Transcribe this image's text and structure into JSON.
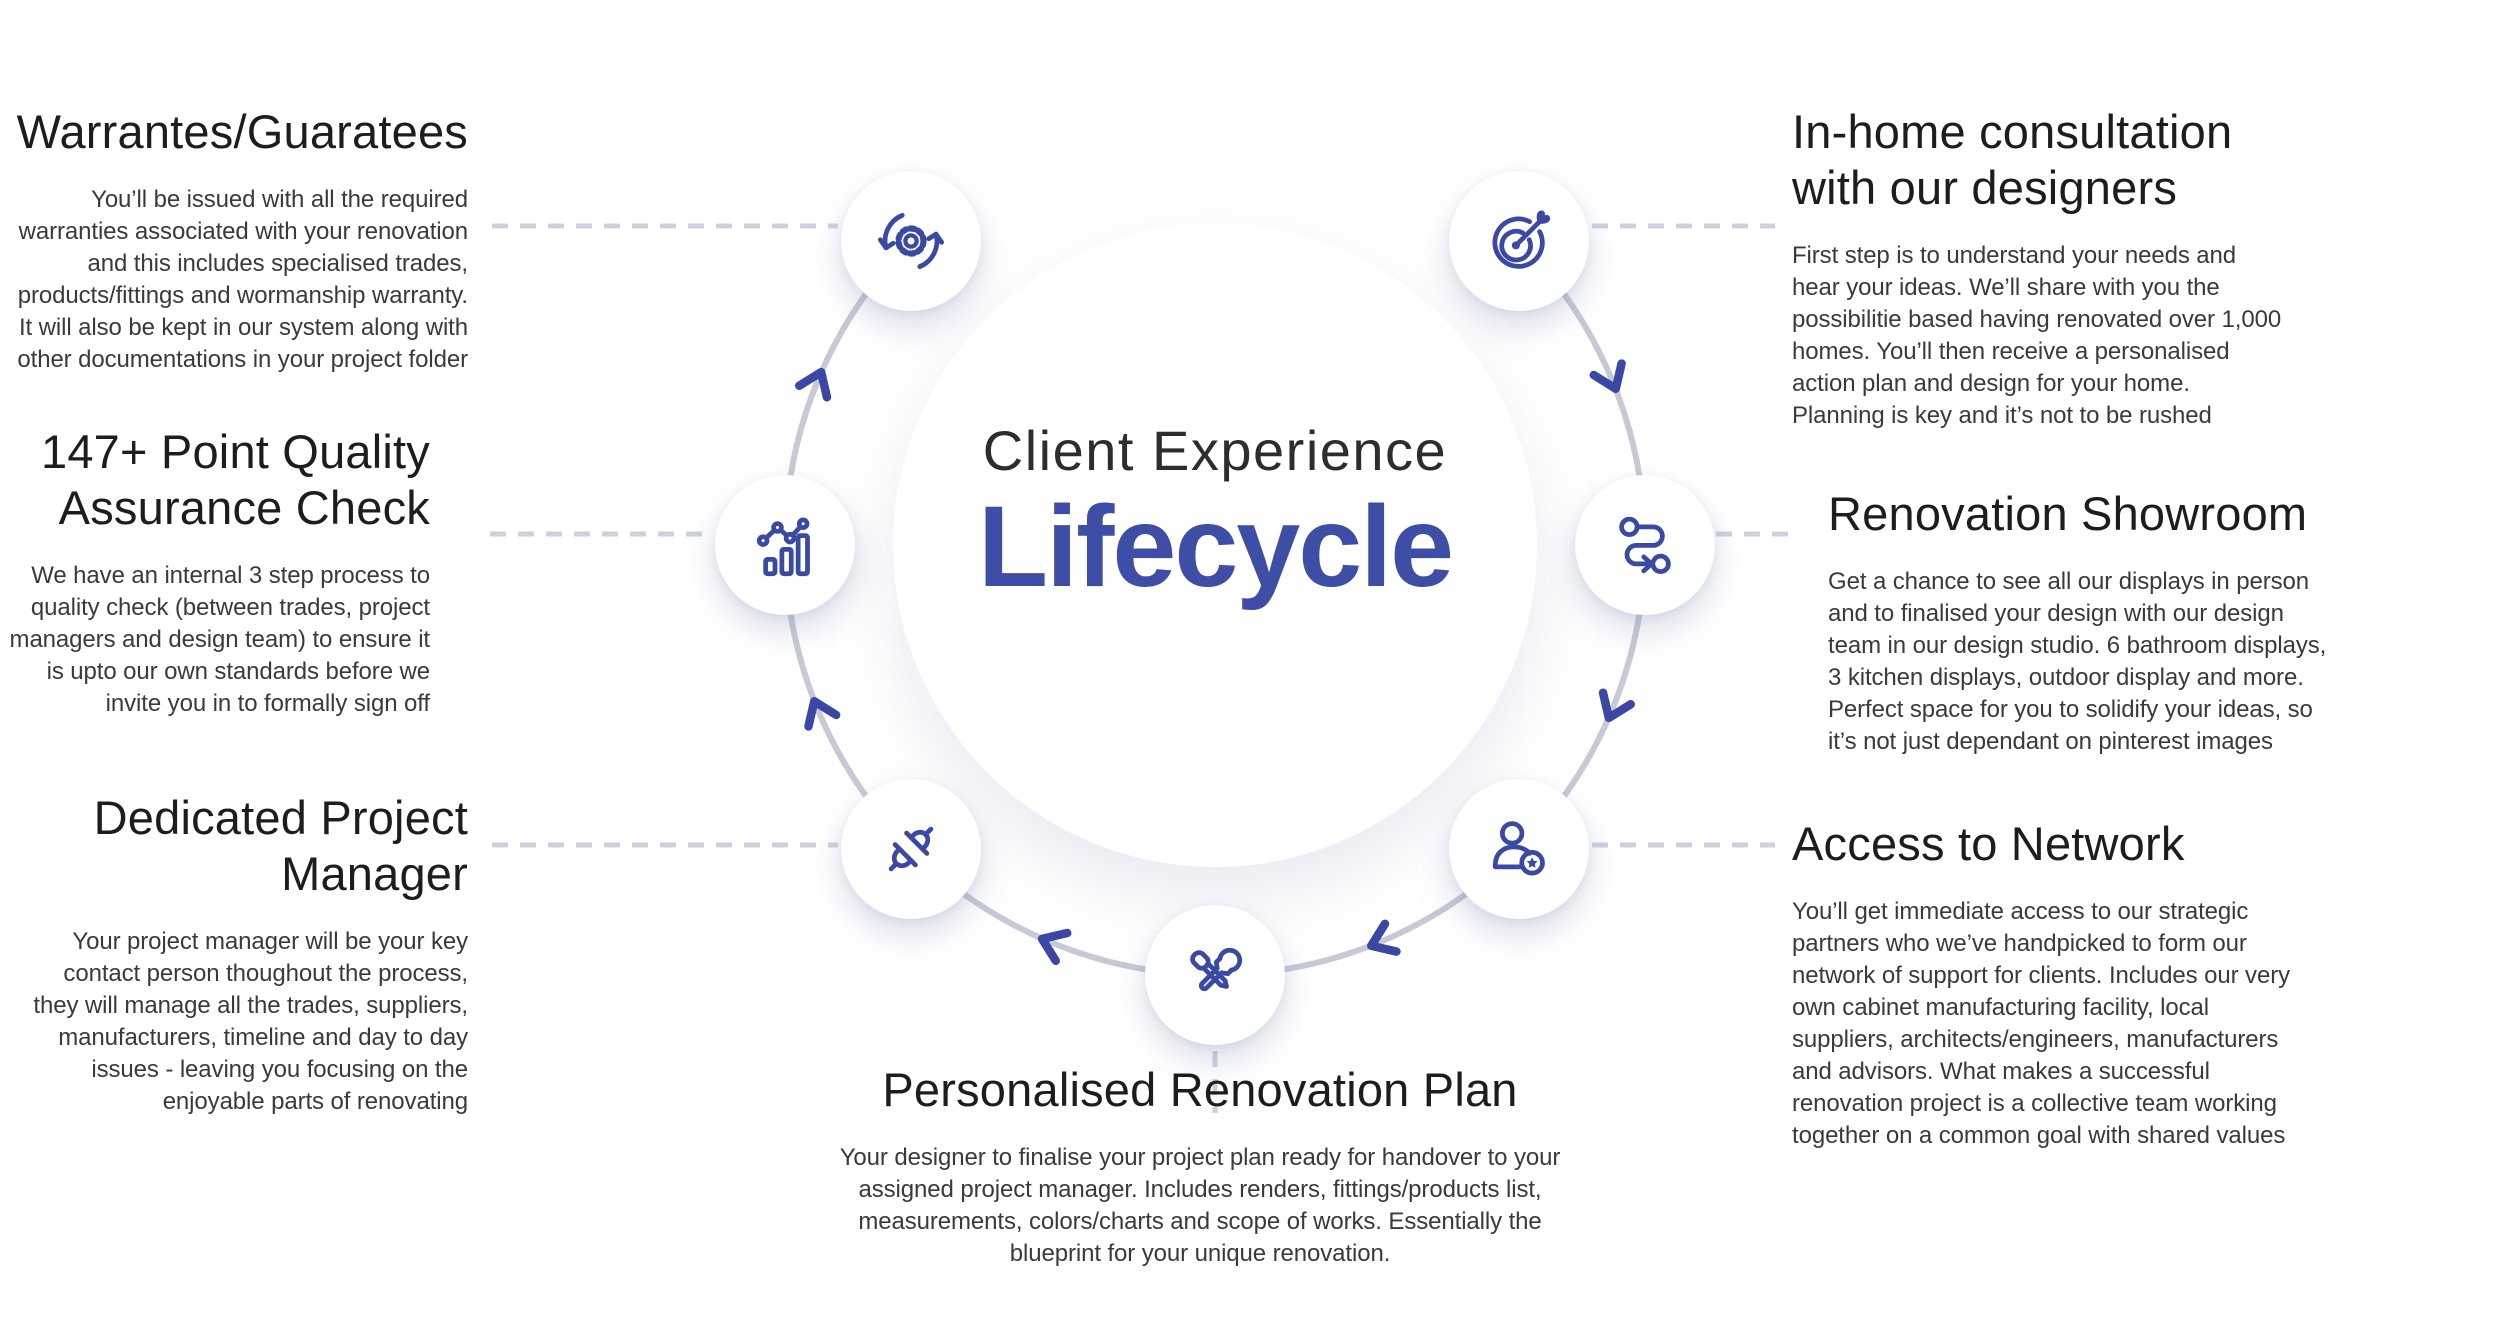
{
  "title": {
    "eyebrow": "Client Experience",
    "main": "Lifecycle"
  },
  "colors": {
    "accent_blue": "#3a4aa3",
    "title_blue": "#3e4da6",
    "ring_gray": "#c7c9d6",
    "dash_gray": "#cdd1de",
    "chevron_blue": "#3a47a5",
    "heading_color": "#1d1d1d",
    "body_color": "#3a3a3a"
  },
  "blocks": {
    "warranties": {
      "icon": "sync-gear-icon",
      "heading": "Warrantes/Guaratees",
      "body": [
        "You’ll be issued with all the required",
        "warranties associated with your renovation",
        "and this includes specialised trades,",
        "products/fittings and wormanship warranty.",
        "It will also be kept in our system along with",
        "other documentations in your project folder"
      ]
    },
    "quality": {
      "icon": "growth-chart-icon",
      "heading": [
        "147+ Point Quality",
        "Assurance Check"
      ],
      "body": [
        "We have an internal 3 step process to",
        "quality check (between trades, project",
        "managers and design team) to ensure it",
        "is upto our own standards before we",
        "invite you in to formally sign off"
      ]
    },
    "manager": {
      "icon": "plug-connection-icon",
      "heading": [
        "Dedicated Project",
        "Manager"
      ],
      "body": [
        "Your project manager will be your key",
        "contact person thoughout the process,",
        "they will manage all the trades, suppliers,",
        "manufacturers, timeline and day to day",
        "issues - leaving you focusing on  the",
        "enjoyable parts of renovating"
      ]
    },
    "consultation": {
      "icon": "target-dart-icon",
      "heading": [
        "In-home consultation",
        "with our designers"
      ],
      "body": [
        "First step is to understand your needs and",
        "hear your ideas. We’ll share with you the",
        "possibilitie based having renovated over 1,000",
        "homes. You’ll then receive a personalised",
        "action plan and design for your home.",
        "Planning is key and it’s not to be rushed"
      ]
    },
    "showroom": {
      "icon": "route-icon",
      "heading": "Renovation Showroom",
      "body": [
        "Get a chance to see all our displays in person",
        "and to finalised your design with our design",
        "team in our design studio. 6 bathroom displays,",
        "3 kitchen displays, outdoor display and more.",
        "Perfect space for you to solidify your ideas, so",
        "it’s not just dependant on pinterest images"
      ]
    },
    "network": {
      "icon": "person-star-icon",
      "heading": "Access to Network",
      "body": [
        "You’ll get immediate access to our strategic",
        "partners who we’ve handpicked to form our",
        "network of support for clients. Includes our very",
        "own cabinet manufacturing facility, local",
        "suppliers, architects/engineers, manufacturers",
        "and advisors. What makes a successful",
        "renovation project is a collective team working",
        "together on a common goal with shared values"
      ]
    },
    "plan": {
      "icon": "tools-icon",
      "heading": "Personalised Renovation Plan",
      "body": [
        "Your designer to finalise your project plan ready for handover to your",
        "assigned project manager. Includes renders, fittings/products list,",
        "measurements, colors/charts and scope of works. Essentially the",
        "blueprint for your unique renovation."
      ]
    }
  }
}
